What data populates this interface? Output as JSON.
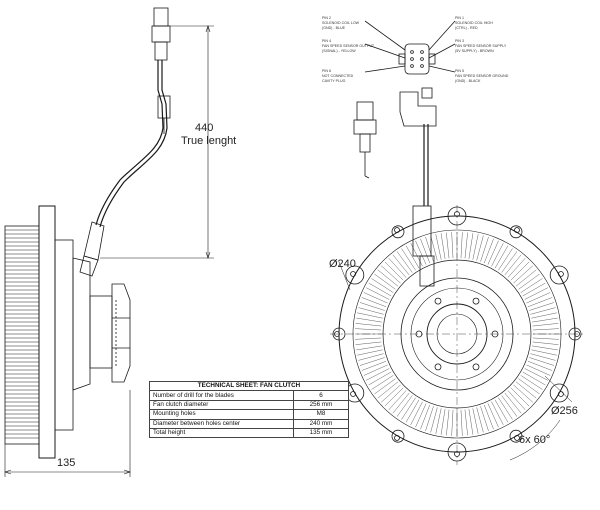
{
  "dimensions": {
    "cable_length": "440",
    "cable_length_note": "True lenght",
    "total_height": "135",
    "diameter_front": "Ø240",
    "diameter_hub": "Ø256",
    "hole_pattern": "6x 60°"
  },
  "connector_pins": [
    {
      "pin": "PIN 2",
      "lines": [
        "SOLENOID COIL LOW",
        "(GND) - BLUE"
      ]
    },
    {
      "pin": "PIN 4",
      "lines": [
        "FAN SPEED SENSOR OUTPUT",
        "(SIGNAL) - YELLOW"
      ]
    },
    {
      "pin": "PIN 6",
      "lines": [
        "NOT CONNECTED",
        "CAVITY PLUG"
      ]
    },
    {
      "pin": "PIN 1",
      "lines": [
        "SOLENOID COIL HIGH",
        "(CTRL) - RED"
      ]
    },
    {
      "pin": "PIN 3",
      "lines": [
        "FAN SPEED SENSOR SUPPLY",
        "(5V SUPPLY) - BROWN"
      ]
    },
    {
      "pin": "PIN 5",
      "lines": [
        "FAN SPEED SENSOR GROUND",
        "(GND) - BLACK"
      ]
    }
  ],
  "technical_sheet": {
    "title": "TECHNICAL SHEET: FAN CLUTCH",
    "rows": [
      {
        "label": "Number of drill for the blades",
        "value": "6"
      },
      {
        "label": "Fan clutch diameter",
        "value": "256 mm"
      },
      {
        "label": "Mounting holes",
        "value": "M8"
      },
      {
        "label": "Diameter between holes center",
        "value": "240 mm"
      },
      {
        "label": "Total height",
        "value": "135 mm"
      }
    ]
  }
}
